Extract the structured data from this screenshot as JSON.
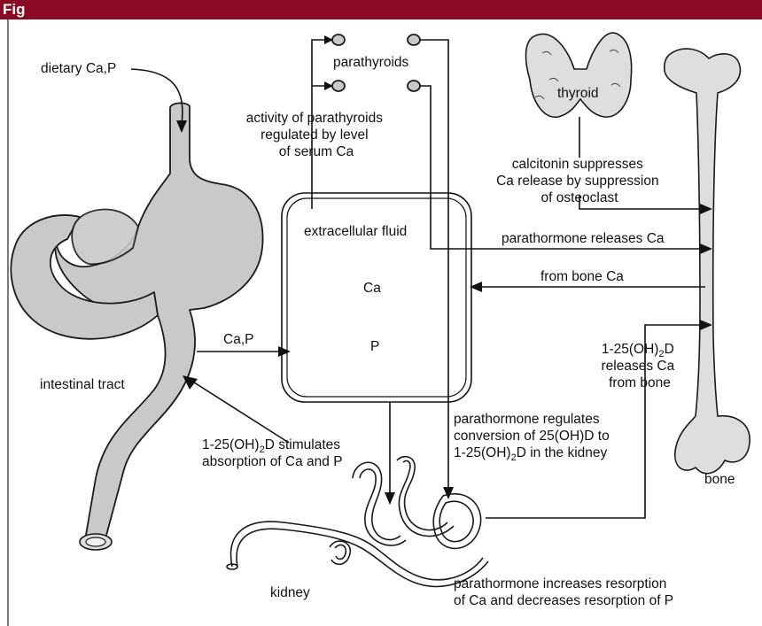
{
  "header": {
    "title": "Fig"
  },
  "labels": {
    "dietary": "dietary Ca,P",
    "parathyroids": "parathyroids",
    "activity": [
      "activity of parathyroids",
      "regulated by level",
      "of serum Ca"
    ],
    "thyroid": "thyroid",
    "calcitonin": [
      "calcitonin suppresses",
      "Ca release by suppression",
      "of osteoclast"
    ],
    "extracellular": "extracellular fluid",
    "pth_releases": "parathormone releases Ca",
    "ecf_ca": "Ca",
    "from_bone": "from bone Ca",
    "ecf_p": "P",
    "absorb_cap": "Ca,P",
    "intestinal": "intestinal tract",
    "vitd_bone": {
      "line1_pre": "1-25(OH)",
      "line1_sub": "2",
      "line1_post": "D",
      "line2": "releases Ca",
      "line3": "from bone"
    },
    "pth_regulates": {
      "line1": "parathormone regulates",
      "line2": "conversion of 25(OH)D to",
      "line3_pre": "1-25(OH)",
      "line3_sub": "2",
      "line3_post": "D in the kidney"
    },
    "vitd_absorb": {
      "line1_pre": "1-25(OH)",
      "line1_sub": "2",
      "line1_post": "D stimulates",
      "line2": "absorption of Ca and P"
    },
    "bone": "bone",
    "kidney": "kidney",
    "pth_resorption": [
      "parathormone increases resorption",
      "of Ca and decreases resorption of P"
    ]
  },
  "colors": {
    "header_bg": "#8b0a24",
    "organ_fill": "#c9c9c9",
    "ink": "#111111"
  }
}
